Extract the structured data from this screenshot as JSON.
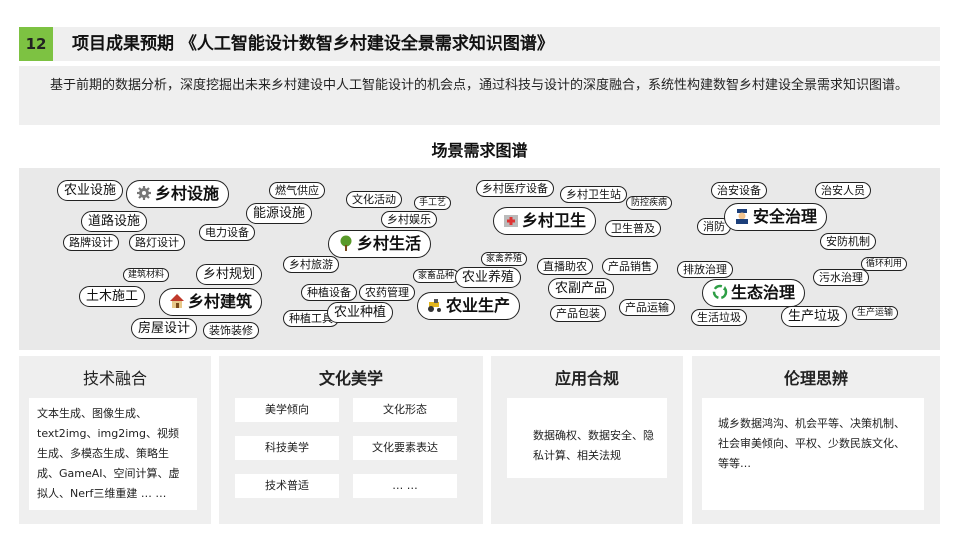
{
  "header": {
    "number": "12",
    "title": "项目成果预期 《人工智能设计数智乡村建设全景需求知识图谱》",
    "accent": "#7dc242"
  },
  "description": "基于前期的数据分析，深度挖掘出未来乡村建设中人工智能设计的机会点，通过科技与设计的深度融合，系统性构建数智乡村建设全景需求知识图谱。",
  "map": {
    "title": "场景需求图谱",
    "nodes": [
      "农业设施",
      "乡村设施",
      "道路设施",
      "路牌设计",
      "路灯设计",
      "燃气供应",
      "能源设施",
      "电力设备",
      "文化活动",
      "手工艺",
      "乡村娱乐",
      "乡村生活",
      "乡村旅游",
      "乡村医疗设备",
      "乡村卫生站",
      "防控疾病",
      "乡村卫生",
      "卫生普及",
      "治安设备",
      "治安人员",
      "消防",
      "安全治理",
      "安防机制",
      "建筑材料",
      "乡村规划",
      "土木施工",
      "乡村建筑",
      "房屋设计",
      "装饰装修",
      "种植设备",
      "农药管理",
      "种植工具",
      "农业种植",
      "家禽养殖",
      "家畜品种",
      "农业养殖",
      "农业生产",
      "直播助农",
      "产品销售",
      "农副产品",
      "产品包装",
      "产品运输",
      "排放治理",
      "循环利用",
      "污水治理",
      "生态治理",
      "生活垃圾",
      "生产垃圾",
      "生产运输"
    ]
  },
  "panels": [
    {
      "title": "技术融合",
      "text": "文本生成、图像生成、text2img、img2img、视频生成、多模态生成、策略生成、GameAI、空间计算、虚拟人、Nerf三维重建 … …"
    },
    {
      "title": "文化美学",
      "cells": [
        "美学倾向",
        "文化形态",
        "科技美学",
        "文化要素表达",
        "技术普适",
        "… …"
      ]
    },
    {
      "title": "应用合规",
      "text": "数据确权、数据安全、隐私计算、相关法规"
    },
    {
      "title": "伦理思辨",
      "text": "城乡数据鸿沟、机会平等、决策机制、社会审美倾向、平权、少数民族文化、等等…"
    }
  ]
}
